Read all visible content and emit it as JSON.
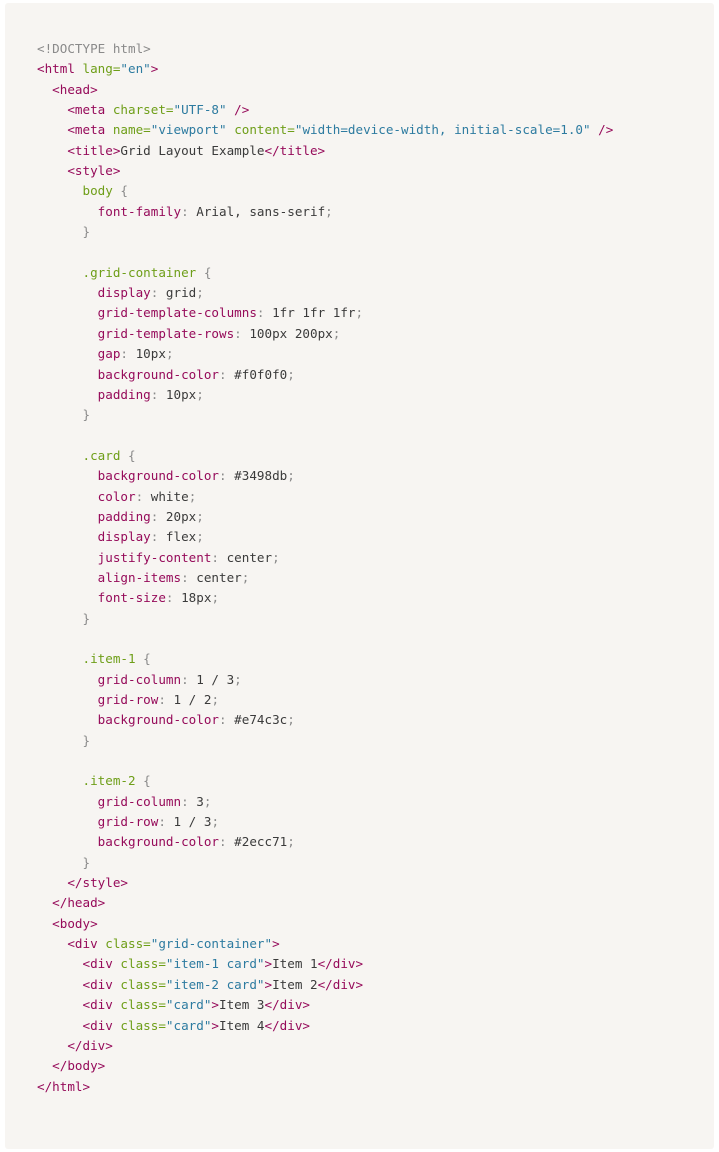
{
  "colors": {
    "plain": "#3b3b3b",
    "tag": "#960b5a",
    "attr": "#6e9e18",
    "str": "#2d7ba0",
    "comment": "#8a8a8a",
    "selector": "#6e9e18",
    "prop": "#960b5a",
    "punct": "#8a8a8a"
  },
  "code": {
    "lines": [
      [
        [
          "comment",
          "<!DOCTYPE html>"
        ]
      ],
      [
        [
          "tag",
          "<html "
        ],
        [
          "attr",
          "lang="
        ],
        [
          "str",
          "\"en\""
        ],
        [
          "tag",
          ">"
        ]
      ],
      [
        [
          "plain",
          "  "
        ],
        [
          "tag",
          "<head>"
        ]
      ],
      [
        [
          "plain",
          "    "
        ],
        [
          "tag",
          "<meta "
        ],
        [
          "attr",
          "charset="
        ],
        [
          "str",
          "\"UTF-8\""
        ],
        [
          "tag",
          " />"
        ]
      ],
      [
        [
          "plain",
          "    "
        ],
        [
          "tag",
          "<meta "
        ],
        [
          "attr",
          "name="
        ],
        [
          "str",
          "\"viewport\""
        ],
        [
          "plain",
          " "
        ],
        [
          "attr",
          "content="
        ],
        [
          "str",
          "\"width=device-width, initial-scale=1.0\""
        ],
        [
          "tag",
          " />"
        ]
      ],
      [
        [
          "plain",
          "    "
        ],
        [
          "tag",
          "<title>"
        ],
        [
          "plain",
          "Grid Layout Example"
        ],
        [
          "tag",
          "</title>"
        ]
      ],
      [
        [
          "plain",
          "    "
        ],
        [
          "tag",
          "<style>"
        ]
      ],
      [
        [
          "plain",
          "      "
        ],
        [
          "selector",
          "body"
        ],
        [
          "punct",
          " {"
        ]
      ],
      [
        [
          "plain",
          "        "
        ],
        [
          "prop",
          "font-family"
        ],
        [
          "punct",
          ":"
        ],
        [
          "plain",
          " Arial, sans-serif"
        ],
        [
          "punct",
          ";"
        ]
      ],
      [
        [
          "plain",
          "      "
        ],
        [
          "punct",
          "}"
        ]
      ],
      [
        [
          "plain",
          ""
        ]
      ],
      [
        [
          "plain",
          "      "
        ],
        [
          "selector",
          ".grid-container"
        ],
        [
          "punct",
          " {"
        ]
      ],
      [
        [
          "plain",
          "        "
        ],
        [
          "prop",
          "display"
        ],
        [
          "punct",
          ":"
        ],
        [
          "plain",
          " grid"
        ],
        [
          "punct",
          ";"
        ]
      ],
      [
        [
          "plain",
          "        "
        ],
        [
          "prop",
          "grid-template-columns"
        ],
        [
          "punct",
          ":"
        ],
        [
          "plain",
          " 1fr 1fr 1fr"
        ],
        [
          "punct",
          ";"
        ]
      ],
      [
        [
          "plain",
          "        "
        ],
        [
          "prop",
          "grid-template-rows"
        ],
        [
          "punct",
          ":"
        ],
        [
          "plain",
          " 100px 200px"
        ],
        [
          "punct",
          ";"
        ]
      ],
      [
        [
          "plain",
          "        "
        ],
        [
          "prop",
          "gap"
        ],
        [
          "punct",
          ":"
        ],
        [
          "plain",
          " 10px"
        ],
        [
          "punct",
          ";"
        ]
      ],
      [
        [
          "plain",
          "        "
        ],
        [
          "prop",
          "background-color"
        ],
        [
          "punct",
          ":"
        ],
        [
          "plain",
          " #f0f0f0"
        ],
        [
          "punct",
          ";"
        ]
      ],
      [
        [
          "plain",
          "        "
        ],
        [
          "prop",
          "padding"
        ],
        [
          "punct",
          ":"
        ],
        [
          "plain",
          " 10px"
        ],
        [
          "punct",
          ";"
        ]
      ],
      [
        [
          "plain",
          "      "
        ],
        [
          "punct",
          "}"
        ]
      ],
      [
        [
          "plain",
          ""
        ]
      ],
      [
        [
          "plain",
          "      "
        ],
        [
          "selector",
          ".card"
        ],
        [
          "punct",
          " {"
        ]
      ],
      [
        [
          "plain",
          "        "
        ],
        [
          "prop",
          "background-color"
        ],
        [
          "punct",
          ":"
        ],
        [
          "plain",
          " #3498db"
        ],
        [
          "punct",
          ";"
        ]
      ],
      [
        [
          "plain",
          "        "
        ],
        [
          "prop",
          "color"
        ],
        [
          "punct",
          ":"
        ],
        [
          "plain",
          " white"
        ],
        [
          "punct",
          ";"
        ]
      ],
      [
        [
          "plain",
          "        "
        ],
        [
          "prop",
          "padding"
        ],
        [
          "punct",
          ":"
        ],
        [
          "plain",
          " 20px"
        ],
        [
          "punct",
          ";"
        ]
      ],
      [
        [
          "plain",
          "        "
        ],
        [
          "prop",
          "display"
        ],
        [
          "punct",
          ":"
        ],
        [
          "plain",
          " flex"
        ],
        [
          "punct",
          ";"
        ]
      ],
      [
        [
          "plain",
          "        "
        ],
        [
          "prop",
          "justify-content"
        ],
        [
          "punct",
          ":"
        ],
        [
          "plain",
          " center"
        ],
        [
          "punct",
          ";"
        ]
      ],
      [
        [
          "plain",
          "        "
        ],
        [
          "prop",
          "align-items"
        ],
        [
          "punct",
          ":"
        ],
        [
          "plain",
          " center"
        ],
        [
          "punct",
          ";"
        ]
      ],
      [
        [
          "plain",
          "        "
        ],
        [
          "prop",
          "font-size"
        ],
        [
          "punct",
          ":"
        ],
        [
          "plain",
          " 18px"
        ],
        [
          "punct",
          ";"
        ]
      ],
      [
        [
          "plain",
          "      "
        ],
        [
          "punct",
          "}"
        ]
      ],
      [
        [
          "plain",
          ""
        ]
      ],
      [
        [
          "plain",
          "      "
        ],
        [
          "selector",
          ".item-1"
        ],
        [
          "punct",
          " {"
        ]
      ],
      [
        [
          "plain",
          "        "
        ],
        [
          "prop",
          "grid-column"
        ],
        [
          "punct",
          ":"
        ],
        [
          "plain",
          " 1 / 3"
        ],
        [
          "punct",
          ";"
        ]
      ],
      [
        [
          "plain",
          "        "
        ],
        [
          "prop",
          "grid-row"
        ],
        [
          "punct",
          ":"
        ],
        [
          "plain",
          " 1 / 2"
        ],
        [
          "punct",
          ";"
        ]
      ],
      [
        [
          "plain",
          "        "
        ],
        [
          "prop",
          "background-color"
        ],
        [
          "punct",
          ":"
        ],
        [
          "plain",
          " #e74c3c"
        ],
        [
          "punct",
          ";"
        ]
      ],
      [
        [
          "plain",
          "      "
        ],
        [
          "punct",
          "}"
        ]
      ],
      [
        [
          "plain",
          ""
        ]
      ],
      [
        [
          "plain",
          "      "
        ],
        [
          "selector",
          ".item-2"
        ],
        [
          "punct",
          " {"
        ]
      ],
      [
        [
          "plain",
          "        "
        ],
        [
          "prop",
          "grid-column"
        ],
        [
          "punct",
          ":"
        ],
        [
          "plain",
          " 3"
        ],
        [
          "punct",
          ";"
        ]
      ],
      [
        [
          "plain",
          "        "
        ],
        [
          "prop",
          "grid-row"
        ],
        [
          "punct",
          ":"
        ],
        [
          "plain",
          " 1 / 3"
        ],
        [
          "punct",
          ";"
        ]
      ],
      [
        [
          "plain",
          "        "
        ],
        [
          "prop",
          "background-color"
        ],
        [
          "punct",
          ":"
        ],
        [
          "plain",
          " #2ecc71"
        ],
        [
          "punct",
          ";"
        ]
      ],
      [
        [
          "plain",
          "      "
        ],
        [
          "punct",
          "}"
        ]
      ],
      [
        [
          "plain",
          "    "
        ],
        [
          "tag",
          "</style>"
        ]
      ],
      [
        [
          "plain",
          "  "
        ],
        [
          "tag",
          "</head>"
        ]
      ],
      [
        [
          "plain",
          "  "
        ],
        [
          "tag",
          "<body>"
        ]
      ],
      [
        [
          "plain",
          "    "
        ],
        [
          "tag",
          "<div "
        ],
        [
          "attr",
          "class="
        ],
        [
          "str",
          "\"grid-container\""
        ],
        [
          "tag",
          ">"
        ]
      ],
      [
        [
          "plain",
          "      "
        ],
        [
          "tag",
          "<div "
        ],
        [
          "attr",
          "class="
        ],
        [
          "str",
          "\"item-1 card\""
        ],
        [
          "tag",
          ">"
        ],
        [
          "plain",
          "Item 1"
        ],
        [
          "tag",
          "</div>"
        ]
      ],
      [
        [
          "plain",
          "      "
        ],
        [
          "tag",
          "<div "
        ],
        [
          "attr",
          "class="
        ],
        [
          "str",
          "\"item-2 card\""
        ],
        [
          "tag",
          ">"
        ],
        [
          "plain",
          "Item 2"
        ],
        [
          "tag",
          "</div>"
        ]
      ],
      [
        [
          "plain",
          "      "
        ],
        [
          "tag",
          "<div "
        ],
        [
          "attr",
          "class="
        ],
        [
          "str",
          "\"card\""
        ],
        [
          "tag",
          ">"
        ],
        [
          "plain",
          "Item 3"
        ],
        [
          "tag",
          "</div>"
        ]
      ],
      [
        [
          "plain",
          "      "
        ],
        [
          "tag",
          "<div "
        ],
        [
          "attr",
          "class="
        ],
        [
          "str",
          "\"card\""
        ],
        [
          "tag",
          ">"
        ],
        [
          "plain",
          "Item 4"
        ],
        [
          "tag",
          "</div>"
        ]
      ],
      [
        [
          "plain",
          "    "
        ],
        [
          "tag",
          "</div>"
        ]
      ],
      [
        [
          "plain",
          "  "
        ],
        [
          "tag",
          "</body>"
        ]
      ],
      [
        [
          "tag",
          "</html>"
        ]
      ]
    ]
  }
}
